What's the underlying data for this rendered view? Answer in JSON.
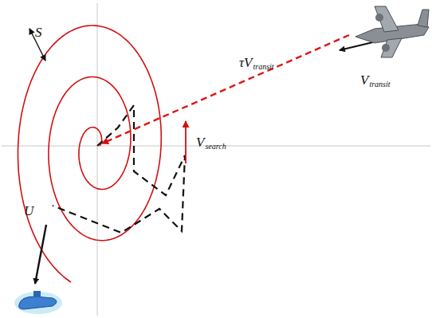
{
  "diagram": {
    "labels": [
      "S",
      "τV",
      "transit",
      "V",
      "transit",
      "V",
      "search",
      "U"
    ]
  }
}
